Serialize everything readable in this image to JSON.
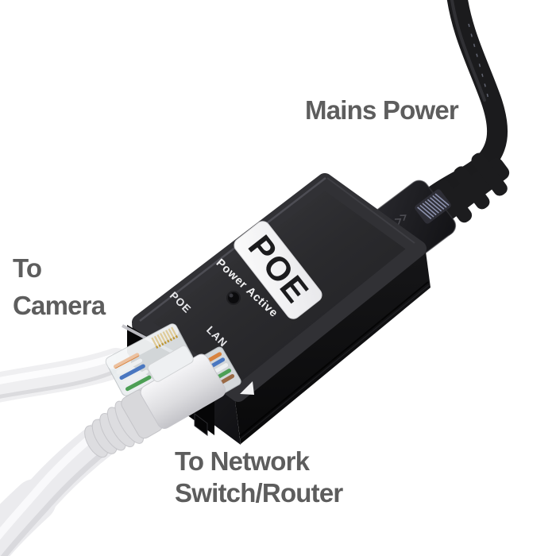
{
  "annotations": {
    "mains_power": "Mains Power",
    "to_camera": {
      "line1": "To",
      "line2": "Camera"
    },
    "to_network": {
      "line1": "To Network",
      "line2": "Switch/Router"
    }
  },
  "device": {
    "brand_label": "POE",
    "indicator_label": "Power Active",
    "poe_port_label": "POE",
    "lan_port_label": "LAN"
  },
  "colors": {
    "background": "#ffffff",
    "annotation_text": "#5d5d5d",
    "device_body": "#2a2a2d",
    "brand_label_bg": "#f5f5f5",
    "power_cable": "#1b1b1d",
    "ethernet_cable": "#efeff1"
  }
}
